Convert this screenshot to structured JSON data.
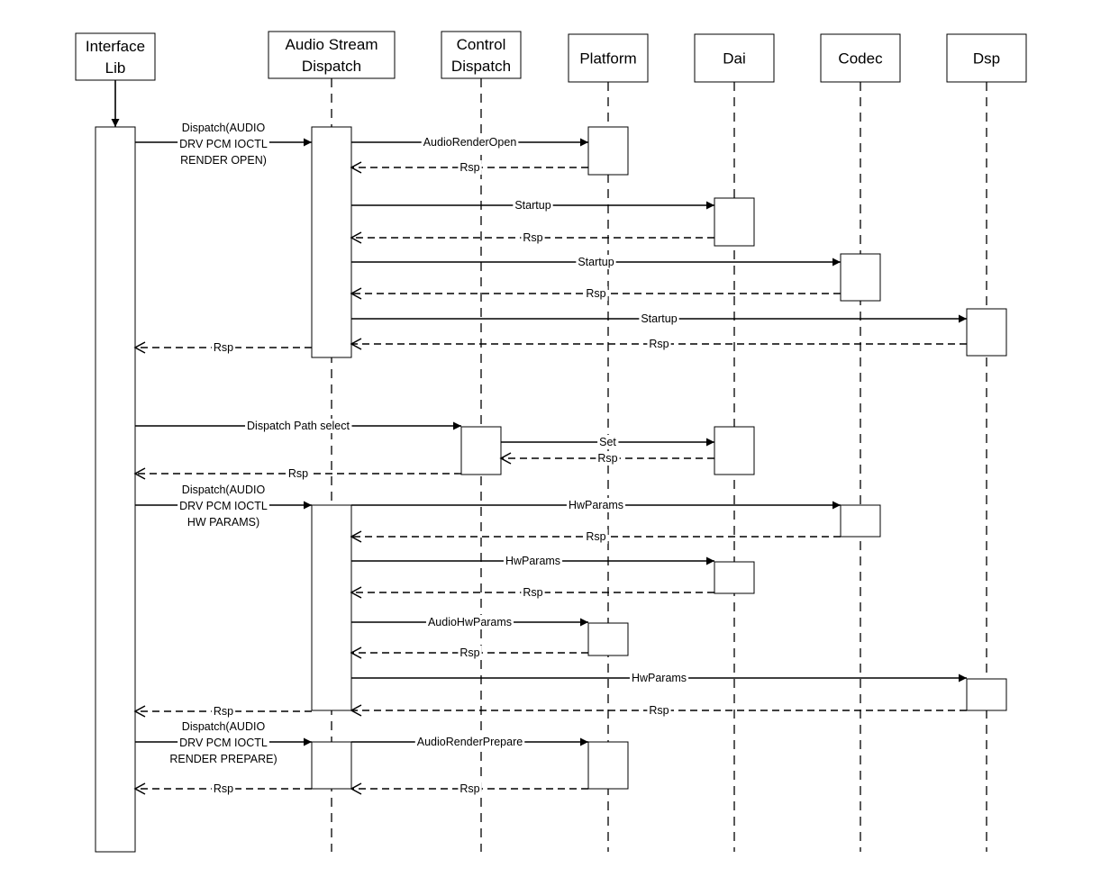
{
  "participants": [
    {
      "id": "interface-lib",
      "label": [
        "Interface",
        "Lib"
      ]
    },
    {
      "id": "audio-stream-dispatch",
      "label": [
        "Audio Stream",
        "Dispatch"
      ]
    },
    {
      "id": "control-dispatch",
      "label": [
        "Control",
        "Dispatch"
      ]
    },
    {
      "id": "platform",
      "label": [
        "Platform"
      ]
    },
    {
      "id": "dai",
      "label": [
        "Dai"
      ]
    },
    {
      "id": "codec",
      "label": [
        "Codec"
      ]
    },
    {
      "id": "dsp",
      "label": [
        "Dsp"
      ]
    }
  ],
  "messages": [
    {
      "from": "interface-lib",
      "to": "audio-stream-dispatch",
      "kind": "call",
      "label": [
        "Dispatch(AUDIO",
        "DRV PCM IOCTL",
        "RENDER OPEN)"
      ]
    },
    {
      "from": "audio-stream-dispatch",
      "to": "platform",
      "kind": "call",
      "label": [
        "AudioRenderOpen"
      ]
    },
    {
      "from": "platform",
      "to": "audio-stream-dispatch",
      "kind": "return",
      "label": [
        "Rsp"
      ]
    },
    {
      "from": "audio-stream-dispatch",
      "to": "dai",
      "kind": "call",
      "label": [
        "Startup"
      ]
    },
    {
      "from": "dai",
      "to": "audio-stream-dispatch",
      "kind": "return",
      "label": [
        "Rsp"
      ]
    },
    {
      "from": "audio-stream-dispatch",
      "to": "codec",
      "kind": "call",
      "label": [
        "Startup"
      ]
    },
    {
      "from": "codec",
      "to": "audio-stream-dispatch",
      "kind": "return",
      "label": [
        "Rsp"
      ]
    },
    {
      "from": "audio-stream-dispatch",
      "to": "dsp",
      "kind": "call",
      "label": [
        "Startup"
      ]
    },
    {
      "from": "dsp",
      "to": "audio-stream-dispatch",
      "kind": "return",
      "label": [
        "Rsp"
      ]
    },
    {
      "from": "audio-stream-dispatch",
      "to": "interface-lib",
      "kind": "return",
      "label": [
        "Rsp"
      ]
    },
    {
      "from": "interface-lib",
      "to": "control-dispatch",
      "kind": "call",
      "label": [
        "Dispatch Path select"
      ]
    },
    {
      "from": "control-dispatch",
      "to": "dai",
      "kind": "call",
      "label": [
        "Set"
      ]
    },
    {
      "from": "dai",
      "to": "control-dispatch",
      "kind": "return",
      "label": [
        "Rsp"
      ]
    },
    {
      "from": "control-dispatch",
      "to": "interface-lib",
      "kind": "return",
      "label": [
        "Rsp"
      ]
    },
    {
      "from": "interface-lib",
      "to": "audio-stream-dispatch",
      "kind": "call",
      "label": [
        "Dispatch(AUDIO",
        "DRV PCM IOCTL",
        "HW PARAMS)"
      ]
    },
    {
      "from": "audio-stream-dispatch",
      "to": "codec",
      "kind": "call",
      "label": [
        "HwParams"
      ]
    },
    {
      "from": "codec",
      "to": "audio-stream-dispatch",
      "kind": "return",
      "label": [
        "Rsp"
      ]
    },
    {
      "from": "audio-stream-dispatch",
      "to": "dai",
      "kind": "call",
      "label": [
        "HwParams"
      ]
    },
    {
      "from": "dai",
      "to": "audio-stream-dispatch",
      "kind": "return",
      "label": [
        "Rsp"
      ]
    },
    {
      "from": "audio-stream-dispatch",
      "to": "platform",
      "kind": "call",
      "label": [
        "AudioHwParams"
      ]
    },
    {
      "from": "platform",
      "to": "audio-stream-dispatch",
      "kind": "return",
      "label": [
        "Rsp"
      ]
    },
    {
      "from": "audio-stream-dispatch",
      "to": "dsp",
      "kind": "call",
      "label": [
        "HwParams"
      ]
    },
    {
      "from": "dsp",
      "to": "audio-stream-dispatch",
      "kind": "return",
      "label": [
        "Rsp"
      ]
    },
    {
      "from": "audio-stream-dispatch",
      "to": "interface-lib",
      "kind": "return",
      "label": [
        "Rsp"
      ]
    },
    {
      "from": "interface-lib",
      "to": "audio-stream-dispatch",
      "kind": "call",
      "label": [
        "Dispatch(AUDIO",
        "DRV PCM IOCTL",
        "RENDER PREPARE)"
      ]
    },
    {
      "from": "audio-stream-dispatch",
      "to": "platform",
      "kind": "call",
      "label": [
        "AudioRenderPrepare"
      ]
    },
    {
      "from": "platform",
      "to": "audio-stream-dispatch",
      "kind": "return",
      "label": [
        "Rsp"
      ]
    },
    {
      "from": "audio-stream-dispatch",
      "to": "interface-lib",
      "kind": "return",
      "label": [
        "Rsp"
      ]
    }
  ]
}
